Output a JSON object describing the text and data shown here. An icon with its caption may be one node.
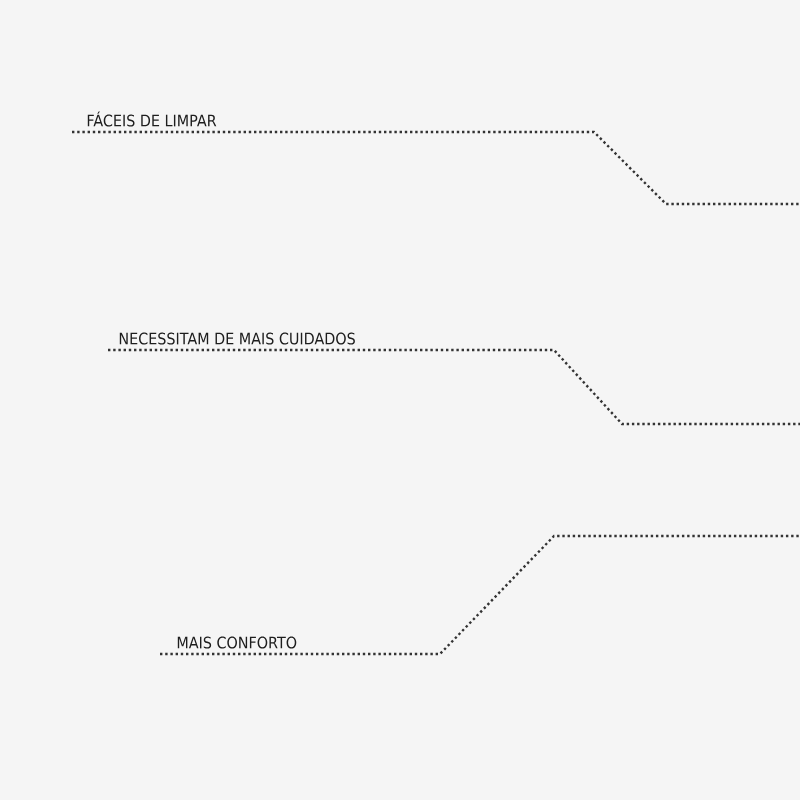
{
  "diagram": {
    "nodes": [
      {
        "text": [
          "FÁCEIS DE LIMPAR"
        ]
      },
      {
        "text": [
          "NECESSITAM DE MAIS CUIDADOS"
        ]
      },
      {
        "text": [
          "MAIS CONFORTO"
        ]
      }
    ],
    "edges": [
      {
        "from": 0,
        "to": null,
        "arrow": "none",
        "style": "dashed"
      },
      {
        "from": 1,
        "to": null,
        "arrow": "none",
        "style": "dashed"
      },
      {
        "from": 2,
        "to": null,
        "arrow": "none",
        "style": "dashed"
      }
    ]
  }
}
